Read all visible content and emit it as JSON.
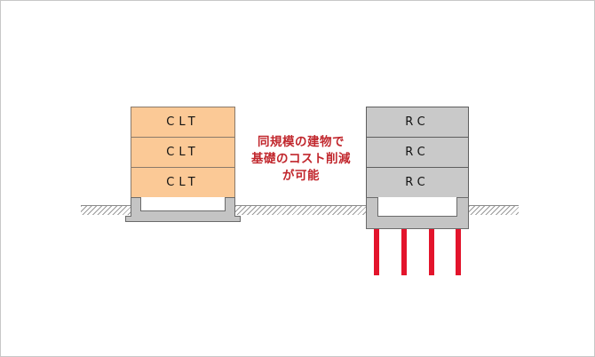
{
  "diagram": {
    "left_building": {
      "material": "CLT",
      "floors": [
        "CLT",
        "CLT",
        "CLT"
      ],
      "foundation": "shallow"
    },
    "right_building": {
      "material": "RC",
      "floors": [
        "RC",
        "RC",
        "RC"
      ],
      "foundation": "piles",
      "pile_count": 4
    },
    "caption": {
      "lines": [
        "同規模の建物で",
        "基礎のコスト削減",
        "が可能"
      ]
    },
    "colors": {
      "clt_fill": "#fbc996",
      "rc_fill": "#c9c9c9",
      "pile": "#e3142c",
      "caption_text": "#c1272d",
      "footing": "#c4c4c4"
    }
  }
}
